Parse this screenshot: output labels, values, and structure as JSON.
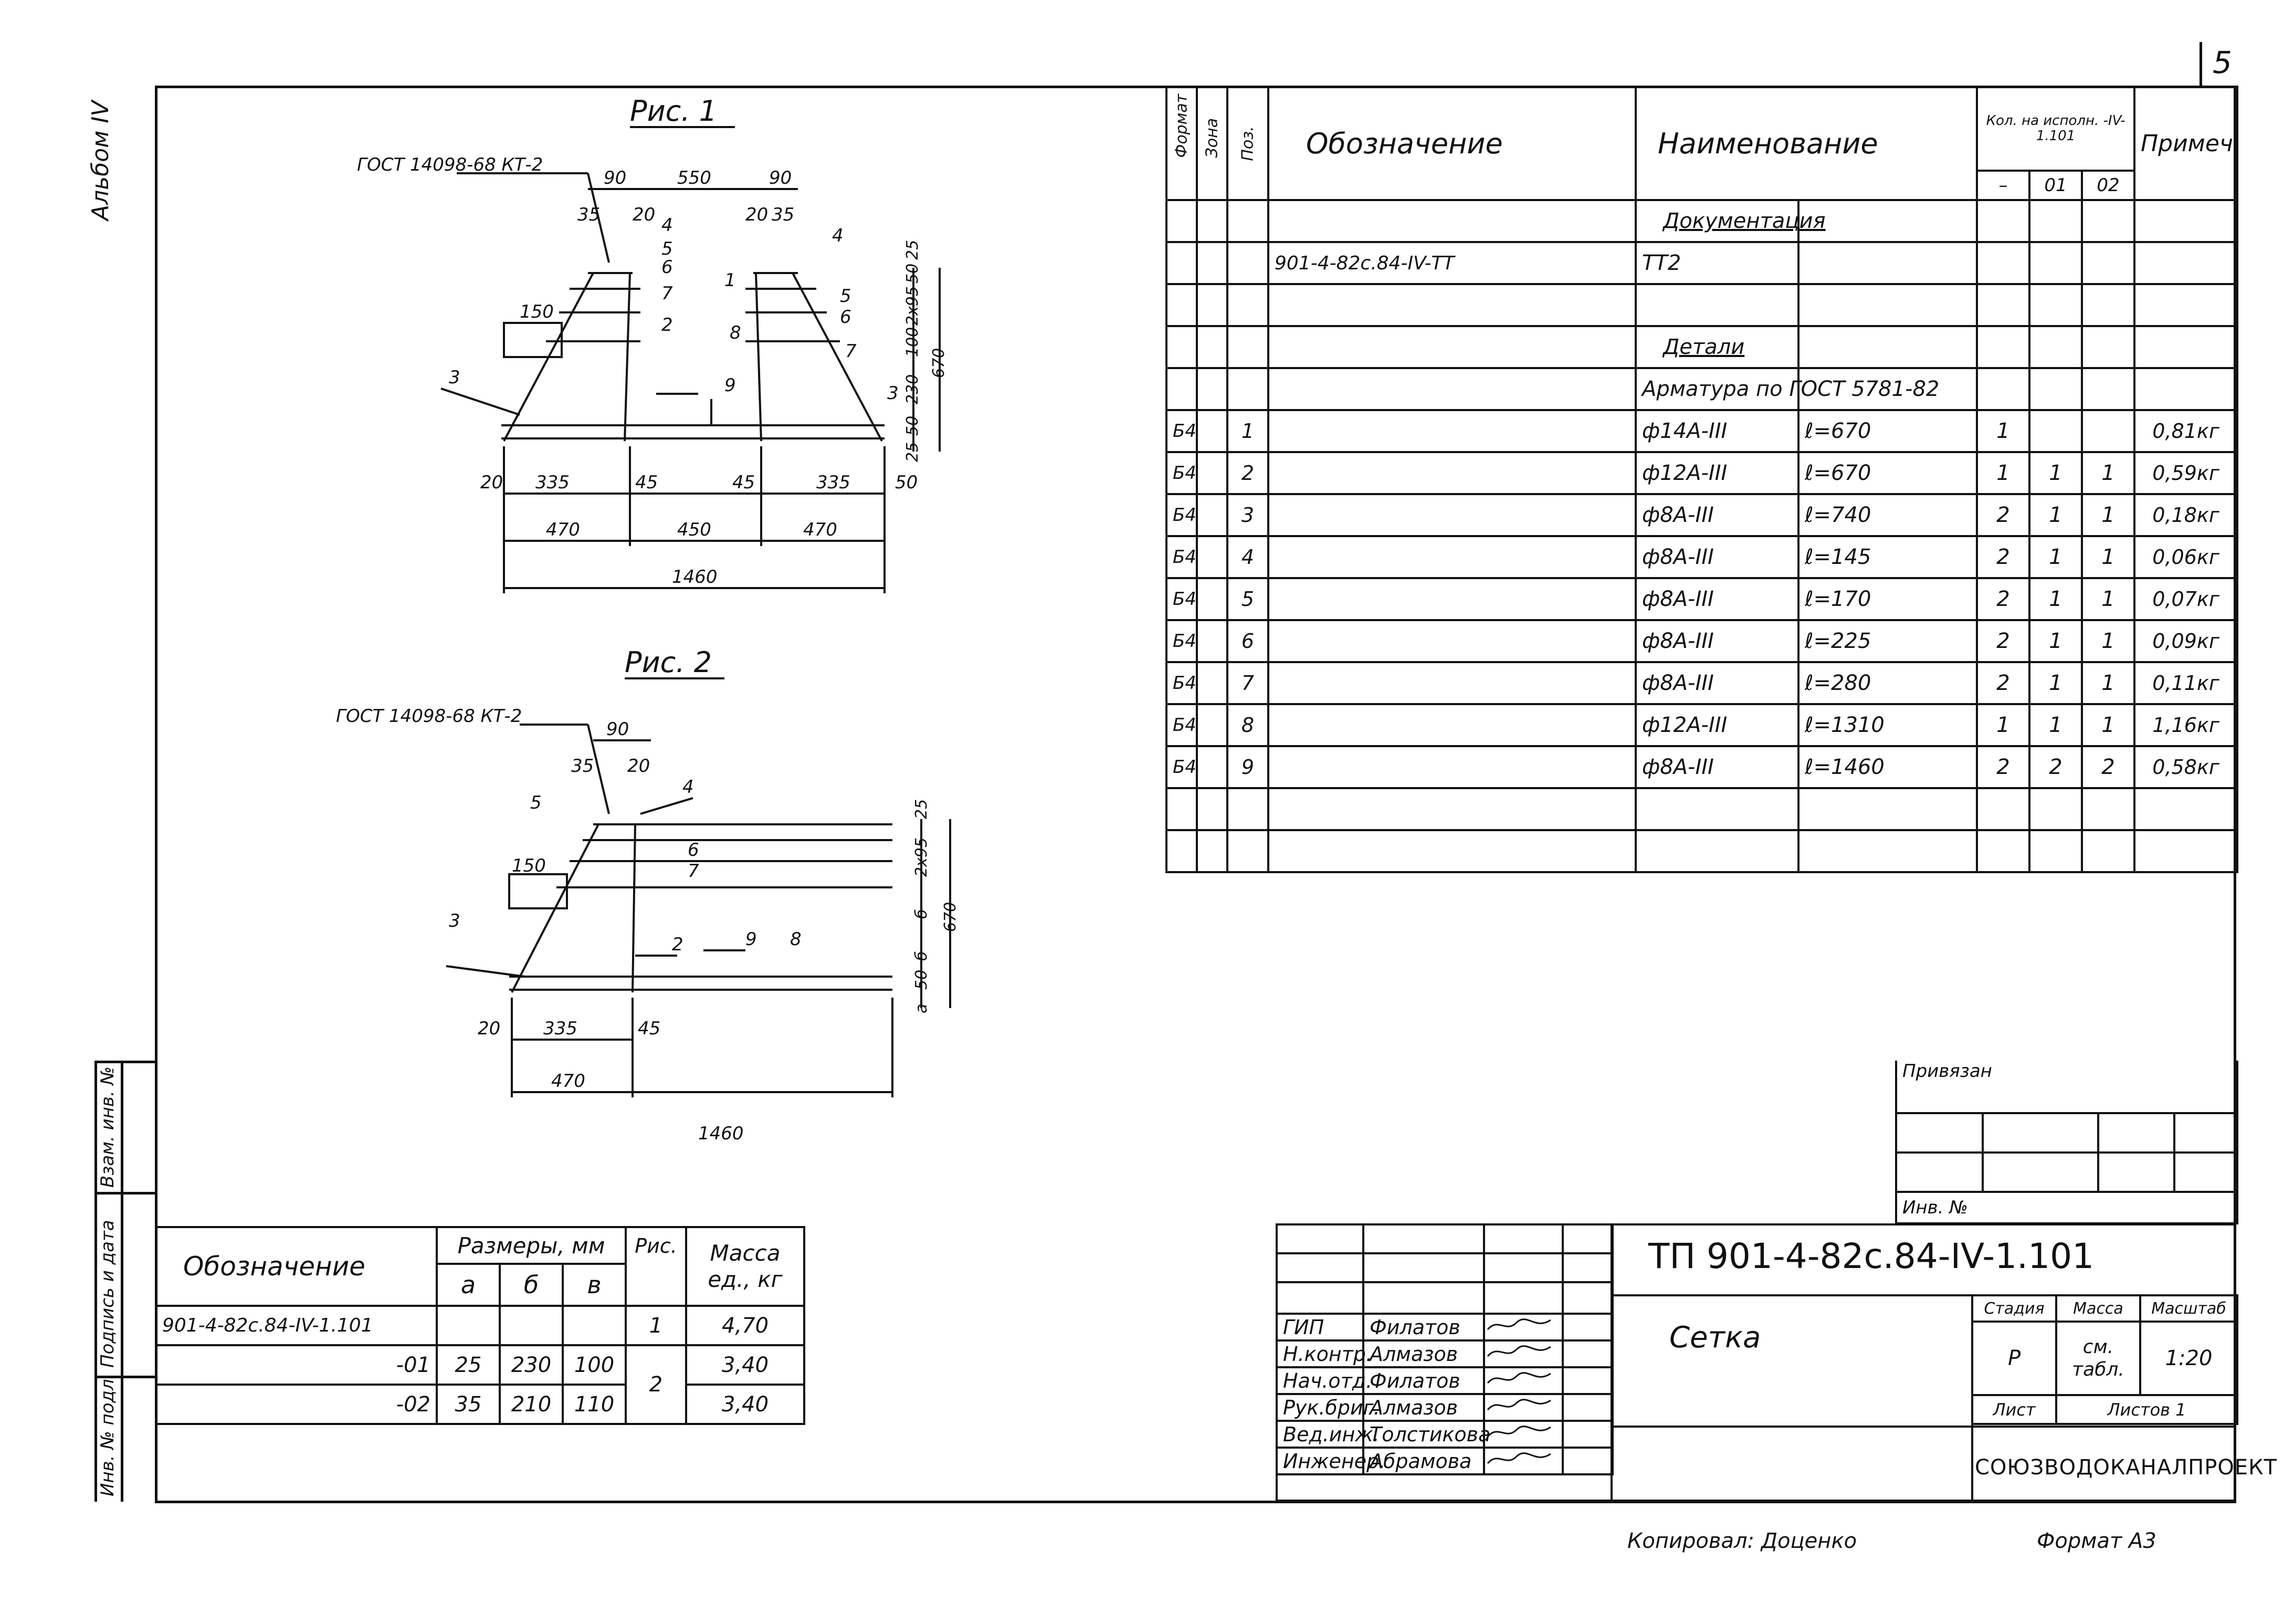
{
  "sheet": {
    "number": "5",
    "album": "Альбом IV",
    "copied_by": "Копировал: Доценко",
    "format": "Формат А3"
  },
  "fig1": {
    "title": "Рис. 1",
    "gost": "ГОСТ 14098-68 КТ-2",
    "dims": {
      "d90a": "90",
      "d550": "550",
      "d90b": "90",
      "d35a": "35",
      "d20a": "20",
      "d20b": "20",
      "d35b": "35",
      "d150": "150",
      "d20c": "20",
      "d335a": "335",
      "d45a": "45",
      "d45b": "45",
      "d335b": "335",
      "d50": "50",
      "d470a": "470",
      "d450": "450",
      "d470b": "470",
      "d1460": "1460",
      "v25a": "25",
      "v50": "50",
      "v2x95": "2х95",
      "v100": "100",
      "v230": "230",
      "v50b": "50",
      "v25b": "25",
      "v670": "670"
    },
    "pos": {
      "p1": "1",
      "p2": "2",
      "p3a": "3",
      "p3b": "3",
      "p4a": "4",
      "p4b": "4",
      "p5a": "5",
      "p5b": "5",
      "p6a": "6",
      "p6b": "6",
      "p7a": "7",
      "p7b": "7",
      "p8": "8",
      "p9": "9"
    }
  },
  "fig2": {
    "title": "Рис. 2",
    "gost": "ГОСТ 14098-68 КТ-2",
    "dims": {
      "d90": "90",
      "d35": "35",
      "d20": "20",
      "d150": "150",
      "d20b": "20",
      "d335": "335",
      "d45": "45",
      "d470": "470",
      "d1460": "1460",
      "v25": "25",
      "v2x95": "2х95",
      "vb1": "б",
      "vb2": "б",
      "v50": "50",
      "va": "а",
      "v670": "670"
    },
    "pos": {
      "p2": "2",
      "p3": "3",
      "p4": "4",
      "p5": "5",
      "p6": "6",
      "p7": "7",
      "p8": "8",
      "p9": "9"
    }
  },
  "spec": {
    "headers": {
      "format": "Формат",
      "zone": "Зона",
      "pos": "Поз.",
      "designation": "Обозначение",
      "name": "Наименование",
      "qty": "Кол. на исполн. -IV-1.101",
      "qty_dash": "–",
      "qty_01": "01",
      "qty_02": "02",
      "note": "Примеч."
    },
    "rows": [
      {
        "format": "",
        "pos": "",
        "designation": "",
        "name": "Документация",
        "len": "",
        "q0": "",
        "q1": "",
        "q2": "",
        "note": ""
      },
      {
        "format": "",
        "pos": "",
        "designation": "901-4-82с.84-IV-ТТ",
        "name": "ТТ2",
        "len": "",
        "q0": "",
        "q1": "",
        "q2": "",
        "note": ""
      },
      {
        "format": "",
        "pos": "",
        "designation": "",
        "name": "",
        "len": "",
        "q0": "",
        "q1": "",
        "q2": "",
        "note": ""
      },
      {
        "format": "",
        "pos": "",
        "designation": "",
        "name": "Детали",
        "len": "",
        "q0": "",
        "q1": "",
        "q2": "",
        "note": ""
      },
      {
        "format": "",
        "pos": "",
        "designation": "",
        "name": "Арматура по ГОСТ 5781-82",
        "len": "",
        "q0": "",
        "q1": "",
        "q2": "",
        "note": ""
      },
      {
        "format": "Б4",
        "pos": "1",
        "designation": "",
        "name": "ф14А-III",
        "len": "ℓ=670",
        "q0": "1",
        "q1": "",
        "q2": "",
        "note": "0,81кг"
      },
      {
        "format": "Б4",
        "pos": "2",
        "designation": "",
        "name": "ф12А-III",
        "len": "ℓ=670",
        "q0": "1",
        "q1": "1",
        "q2": "1",
        "note": "0,59кг"
      },
      {
        "format": "Б4",
        "pos": "3",
        "designation": "",
        "name": "ф8А-III",
        "len": "ℓ=740",
        "q0": "2",
        "q1": "1",
        "q2": "1",
        "note": "0,18кг"
      },
      {
        "format": "Б4",
        "pos": "4",
        "designation": "",
        "name": "ф8А-III",
        "len": "ℓ=145",
        "q0": "2",
        "q1": "1",
        "q2": "1",
        "note": "0,06кг"
      },
      {
        "format": "Б4",
        "pos": "5",
        "designation": "",
        "name": "ф8А-III",
        "len": "ℓ=170",
        "q0": "2",
        "q1": "1",
        "q2": "1",
        "note": "0,07кг"
      },
      {
        "format": "Б4",
        "pos": "6",
        "designation": "",
        "name": "ф8А-III",
        "len": "ℓ=225",
        "q0": "2",
        "q1": "1",
        "q2": "1",
        "note": "0,09кг"
      },
      {
        "format": "Б4",
        "pos": "7",
        "designation": "",
        "name": "ф8А-III",
        "len": "ℓ=280",
        "q0": "2",
        "q1": "1",
        "q2": "1",
        "note": "0,11кг"
      },
      {
        "format": "Б4",
        "pos": "8",
        "designation": "",
        "name": "ф12А-III",
        "len": "ℓ=1310",
        "q0": "1",
        "q1": "1",
        "q2": "1",
        "note": "1,16кг"
      },
      {
        "format": "Б4",
        "pos": "9",
        "designation": "",
        "name": "ф8А-III",
        "len": "ℓ=1460",
        "q0": "2",
        "q1": "2",
        "q2": "2",
        "note": "0,58кг"
      },
      {
        "format": "",
        "pos": "",
        "designation": "",
        "name": "",
        "len": "",
        "q0": "",
        "q1": "",
        "q2": "",
        "note": ""
      },
      {
        "format": "",
        "pos": "",
        "designation": "",
        "name": "",
        "len": "",
        "q0": "",
        "q1": "",
        "q2": "",
        "note": ""
      }
    ]
  },
  "dims_table": {
    "headers": {
      "designation": "Обозначение",
      "sizes": "Размеры, мм",
      "a": "а",
      "b": "б",
      "v": "в",
      "fig": "Рис.",
      "mass": "Масса ед., кг"
    },
    "rows": [
      {
        "designation": "901-4-82с.84-IV-1.101",
        "a": "",
        "b": "",
        "v": "",
        "fig": "1",
        "mass": "4,70"
      },
      {
        "designation": "-01",
        "a": "25",
        "b": "230",
        "v": "100",
        "fig": "2",
        "mass": "3,40"
      },
      {
        "designation": "-02",
        "a": "35",
        "b": "210",
        "v": "110",
        "fig": "",
        "mass": "3,40"
      }
    ]
  },
  "left_strip": {
    "inv_orig": "Инв. № подл.",
    "sign_date": "Подпись и дата",
    "inv_repl": "Взам. инв. №"
  },
  "attached": {
    "title": "Привязан",
    "inv": "Инв. №"
  },
  "title_block": {
    "code": "ТП 901-4-82с.84-IV-1.101",
    "item_name": "Сетка",
    "stage_label": "Стадия",
    "mass_label": "Масса",
    "scale_label": "Масштаб",
    "stage": "Р",
    "mass": "см. табл.",
    "scale": "1:20",
    "sheet_label": "Лист",
    "sheets_label": "Листов 1",
    "org": "СОЮЗВОДОКАНАЛПРОЕКТ",
    "people": [
      {
        "role": "ГИП",
        "name": "Филатов"
      },
      {
        "role": "Н.контр.",
        "name": "Алмазов"
      },
      {
        "role": "Нач.отд.",
        "name": "Филатов"
      },
      {
        "role": "Рук.бриг.",
        "name": "Алмазов"
      },
      {
        "role": "Вед.инж.",
        "name": "Толстикова"
      },
      {
        "role": "Инженер.",
        "name": "Абрамова"
      }
    ]
  }
}
